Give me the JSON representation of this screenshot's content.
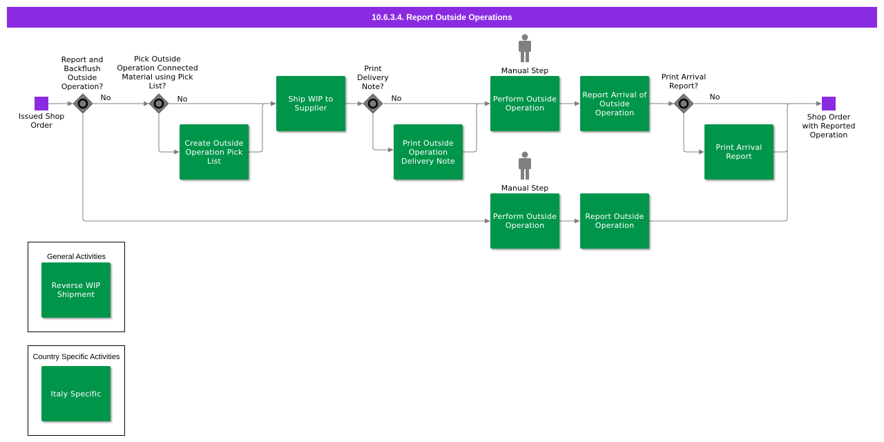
{
  "title": "10.6.3.4. Report Outside Operations",
  "events": {
    "start": "Issued Shop Order",
    "end": "Shop Order with Reported Operation"
  },
  "gateways": {
    "g1": "Report and Backflush Outside Operation?",
    "g2": "Pick Outside Operation Connected Material using Pick List?",
    "g3": "Print Delivery Note?",
    "g4": "Print Arrival Report?"
  },
  "flow_labels": {
    "no1": "No",
    "no2": "No",
    "no3": "No",
    "no4": "No"
  },
  "tasks": {
    "create_pick_list": "Create Outside Operation Pick List",
    "ship_wip": "Ship WIP to Supplier",
    "print_delivery_note": "Print Outside Operation Delivery Note",
    "perform_outside_top": "Perform Outside Operation",
    "report_arrival": "Report Arrival of Outside Operation",
    "print_arrival_report": "Print Arrival Report",
    "perform_outside_bottom": "Perform Outside Operation",
    "report_outside": "Report Outside Operation",
    "reverse_wip": "Reverse WIP Shipment",
    "italy_specific": "Italy Specific"
  },
  "manual_steps": {
    "top": "Manual Step",
    "bottom": "Manual Step"
  },
  "legend_boxes": {
    "general": "General Activities",
    "country": "Country Specific Activities"
  },
  "colors": {
    "task": "#00954a",
    "event": "#8a2be2",
    "title_bar": "#8a2be2",
    "gateway": "#808080",
    "connector": "#808080",
    "person": "#808080"
  }
}
